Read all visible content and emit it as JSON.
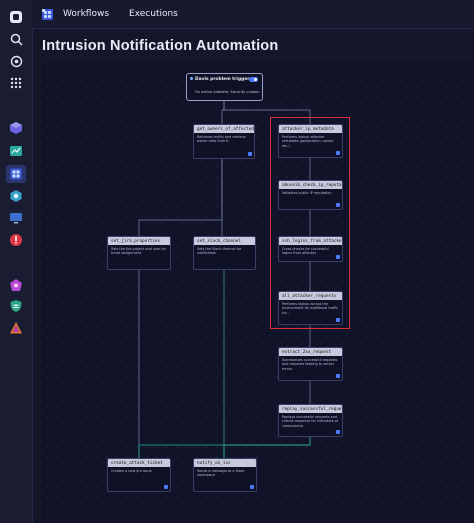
{
  "topbar": {
    "tab_workflows": "Workflows",
    "tab_executions": "Executions"
  },
  "page": {
    "title": "Intrusion Notification Automation"
  },
  "trigger": {
    "title": "Davis problem trigger",
    "subtitle": "On active problem: Security custom"
  },
  "nodes": [
    {
      "id": "get_owners",
      "title": "get_owners_of_affected_...",
      "desc": "Retrieves entity and retrieve owner data from it"
    },
    {
      "id": "attacker_ip_metadata",
      "title": "attacker_ip_metadata",
      "desc": "Performs lookup attacker metadata (geolocation, owner, etc.)."
    },
    {
      "id": "abuseipdb",
      "title": "abuseib_check_ip_reputa...",
      "desc": "Validates public IP reputation"
    },
    {
      "id": "ssh_logins",
      "title": "ssh_logins_from_attacker",
      "desc": "Cross-checks for successful logins from attacker."
    },
    {
      "id": "all_requests",
      "title": "all_attacker_requests",
      "desc": "Performs lookup across the environment for additional traffic fro..."
    },
    {
      "id": "set_jira",
      "title": "set_jira_properties",
      "desc": "Sets the Jira project and user for ticket assignment"
    },
    {
      "id": "set_slack",
      "title": "set_slack_channel",
      "desc": "Sets the Slack channel for notification"
    },
    {
      "id": "extract",
      "title": "extract_2xx_request",
      "desc": "Summarizes successful requests and requests leading to server errors."
    },
    {
      "id": "replay",
      "title": "replay_successful_request",
      "desc": "Replays successful requests and checks response for indicators of compromise."
    },
    {
      "id": "jira_ticket",
      "title": "create_attack_ticket",
      "desc": "Creates a new Jira issue."
    },
    {
      "id": "slack_notify",
      "title": "notify_on_iss",
      "desc": "Sends a message to a Slack workspace"
    }
  ],
  "icons": {
    "rail": [
      "logo-icon",
      "search-icon",
      "explore-icon",
      "apps-grid-icon",
      "cube-icon",
      "chart-icon",
      "workflows-icon",
      "kubernetes-icon",
      "monitor-icon",
      "alert-icon",
      "security-icon",
      "shield-icon",
      "threat-icon"
    ]
  },
  "colors": {
    "accent": "#4c7dff",
    "highlight_box": "#e02b3a",
    "connector": "#2bb59a"
  }
}
